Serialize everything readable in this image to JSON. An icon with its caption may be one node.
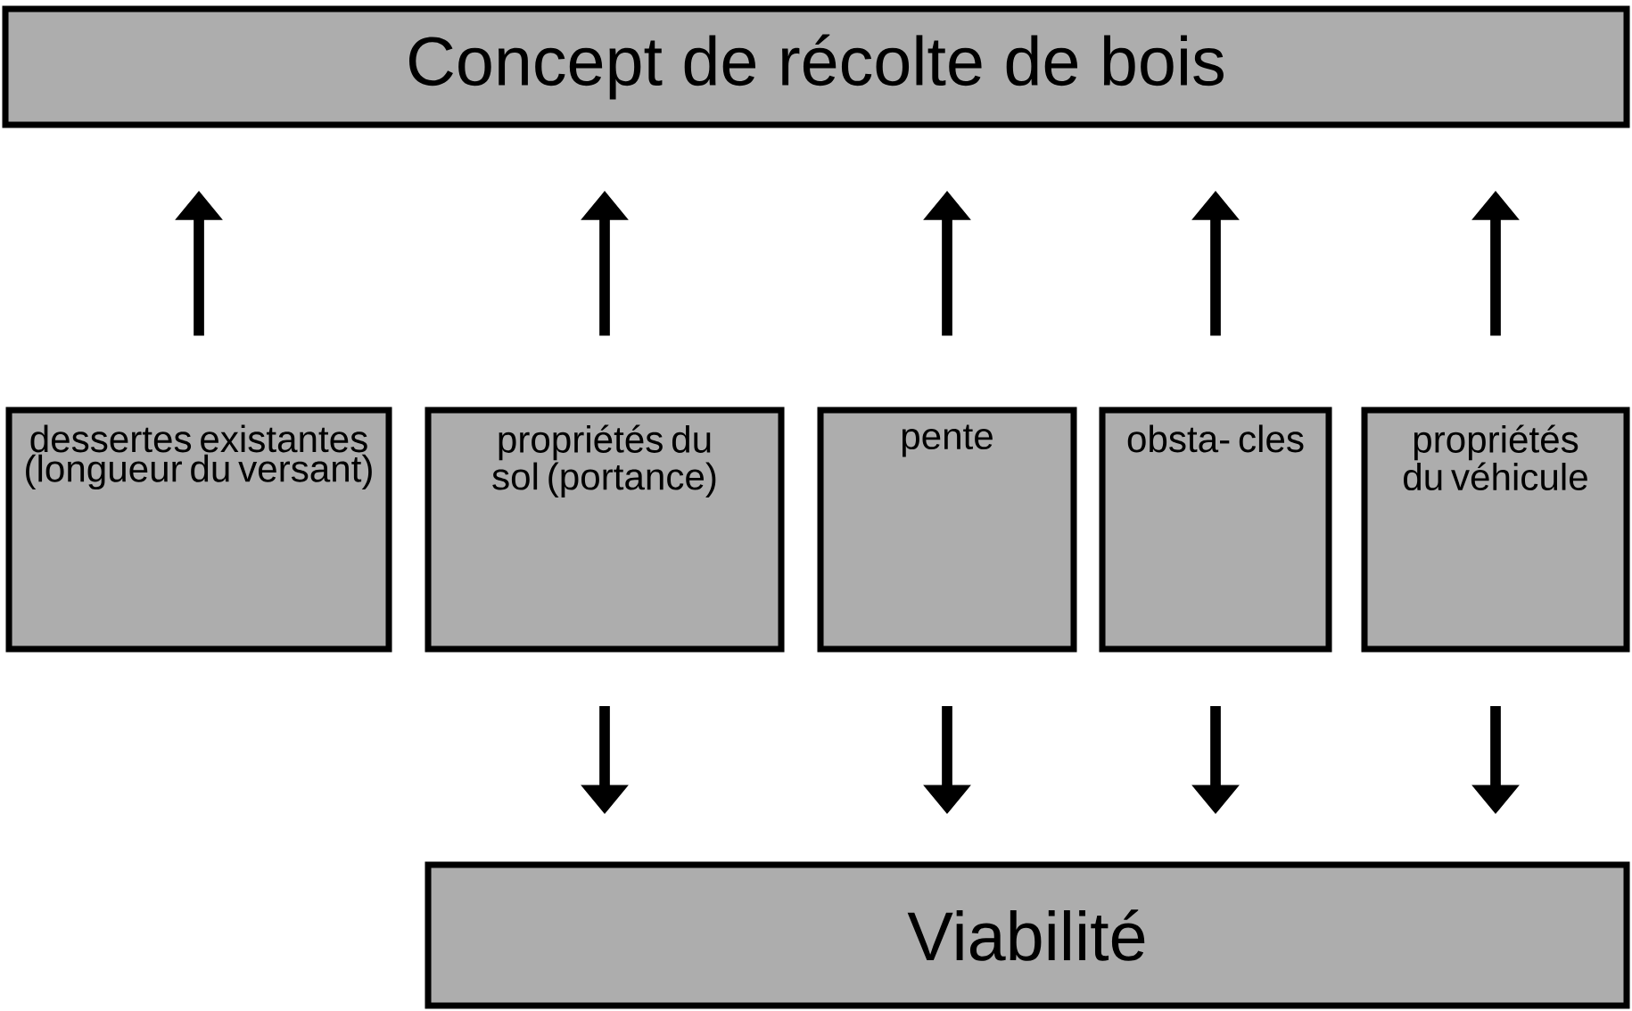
{
  "diagram": {
    "nodes": [
      {
        "text": [
          "Concept de récolte de bois"
        ]
      },
      {
        "text": [
          "dessertes existantes (longueur du versant)"
        ]
      },
      {
        "text": [
          "propriétés du sol (portance)"
        ]
      },
      {
        "text": [
          "pente"
        ]
      },
      {
        "text": [
          "obsta- cles"
        ]
      },
      {
        "text": [
          "propriétés du véhicule"
        ]
      },
      {
        "text": [
          "Viabilité"
        ]
      }
    ],
    "edges": [
      {
        "from": 1,
        "to": 0,
        "arrow": "to"
      },
      {
        "from": 2,
        "to": 0,
        "arrow": "to"
      },
      {
        "from": 3,
        "to": 0,
        "arrow": "to"
      },
      {
        "from": 4,
        "to": 0,
        "arrow": "to"
      },
      {
        "from": 5,
        "to": 0,
        "arrow": "to"
      },
      {
        "from": 2,
        "to": 6,
        "arrow": "to"
      },
      {
        "from": 3,
        "to": 6,
        "arrow": "to"
      },
      {
        "from": 4,
        "to": 6,
        "arrow": "to"
      },
      {
        "from": 5,
        "to": 6,
        "arrow": "to"
      }
    ]
  }
}
